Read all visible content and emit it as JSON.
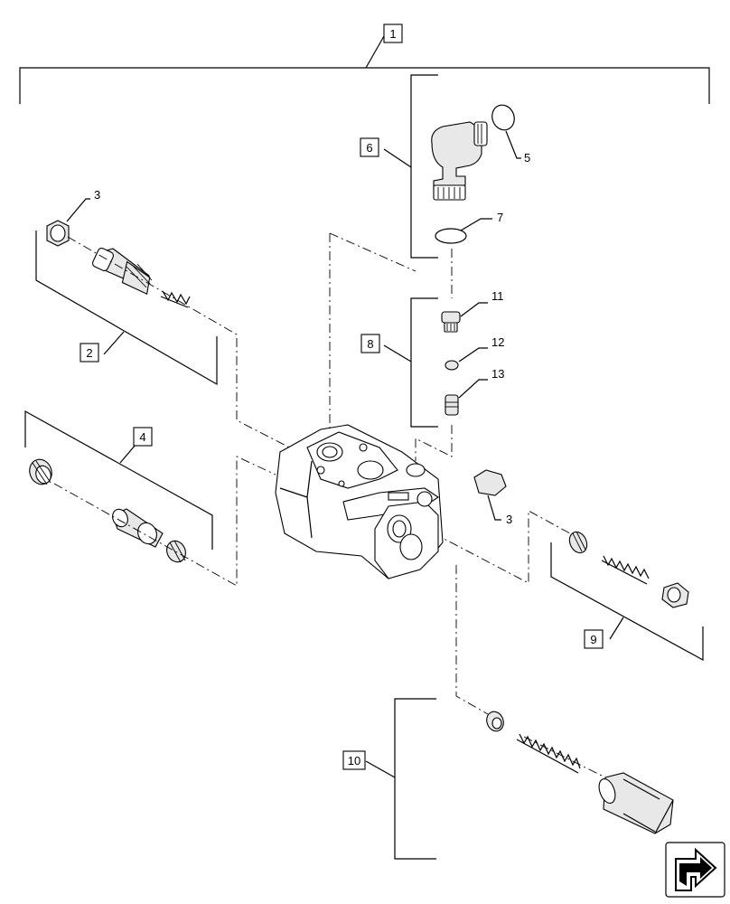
{
  "callouts": {
    "box_1": "1",
    "box_2": "2",
    "box_4": "4",
    "box_6": "6",
    "box_8": "8",
    "box_9": "9",
    "box_10": "10",
    "leader_3_left": "3",
    "leader_3_right": "3",
    "leader_5": "5",
    "leader_7": "7",
    "leader_11": "11",
    "leader_12": "12",
    "leader_13": "13"
  },
  "nav_icon": "arrow-next-page-icon"
}
